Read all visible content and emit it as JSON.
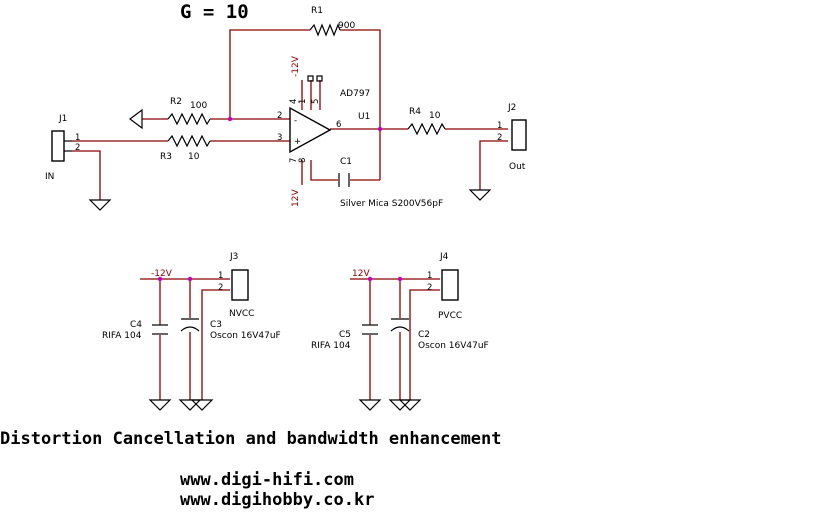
{
  "gain_label": "G = 10",
  "components": {
    "R1": {
      "ref": "R1",
      "value": "900"
    },
    "R2": {
      "ref": "R2",
      "value": "100"
    },
    "R3": {
      "ref": "R3",
      "value": "10"
    },
    "R4": {
      "ref": "R4",
      "value": "10"
    },
    "C1": {
      "ref": "C1",
      "value": "Silver Mica S200V56pF"
    },
    "U1": {
      "ref": "U1",
      "part": "AD797"
    },
    "C2": {
      "ref": "C2",
      "value": "Oscon 16V47uF"
    },
    "C3": {
      "ref": "C3",
      "value": "Oscon 16V47uF"
    },
    "C4": {
      "ref": "C4",
      "value": "RIFA 104"
    },
    "C5": {
      "ref": "C5",
      "value": "RIFA 104"
    }
  },
  "connectors": {
    "J1": {
      "ref": "J1",
      "label": "IN"
    },
    "J2": {
      "ref": "J2",
      "label": "Out"
    },
    "J3": {
      "ref": "J3",
      "label": "NVCC"
    },
    "J4": {
      "ref": "J4",
      "label": "PVCC"
    }
  },
  "nets": {
    "neg": "-12V",
    "pos": "12V"
  },
  "pins": {
    "one": "1",
    "two": "2",
    "three": "3",
    "four": "4",
    "five": "5",
    "six": "6",
    "seven": "7",
    "eight": "8",
    "minus": "-",
    "plus": "+"
  },
  "footer": {
    "title": "Distortion Cancellation and bandwidth enhancement",
    "url1": "www.digi-hifi.com",
    "url2": "www.digihobby.co.kr"
  }
}
